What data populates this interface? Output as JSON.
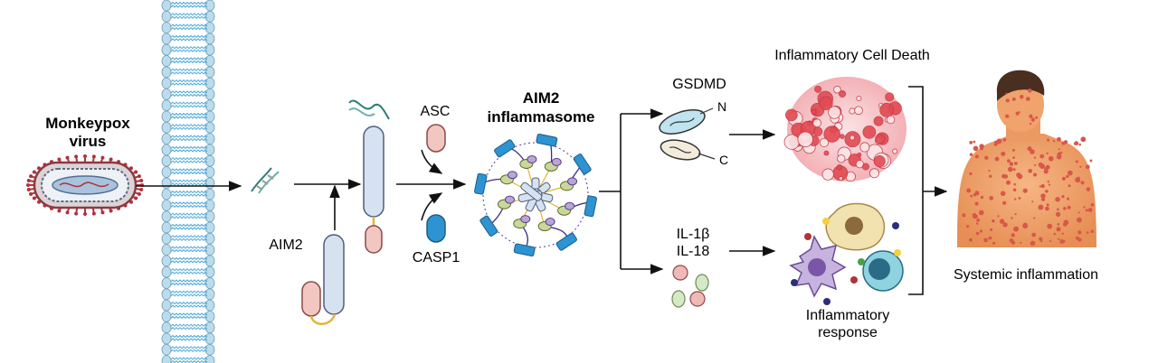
{
  "labels": {
    "virus_line1": "Monkeypox",
    "virus_line2": "virus",
    "aim2": "AIM2",
    "asc": "ASC",
    "casp1": "CASP1",
    "inflammasome_line1": "AIM2",
    "inflammasome_line2": "inflammasome",
    "gsdmd": "GSDMD",
    "n_term": "N",
    "c_term": "C",
    "il1b": "IL-1β",
    "il18": "IL-18",
    "cell_death": "Inflammatory Cell Death",
    "response_line1": "Inflammatory",
    "response_line2": "response",
    "systemic": "Systemic inflammation"
  },
  "colors": {
    "membrane_head": "#bcdcec",
    "membrane_tail": "#4aa8d8",
    "virus_spike": "#b0323a",
    "aim2_body": "#d7e2f1",
    "pyrin": "#f2c7c2",
    "linker": "#e2b53a",
    "casp1": "#2e93d1",
    "dna": "#3e8f8a",
    "dying_cell": "#e24a52",
    "skin": "#f0a36c",
    "arrow": "#111111"
  }
}
